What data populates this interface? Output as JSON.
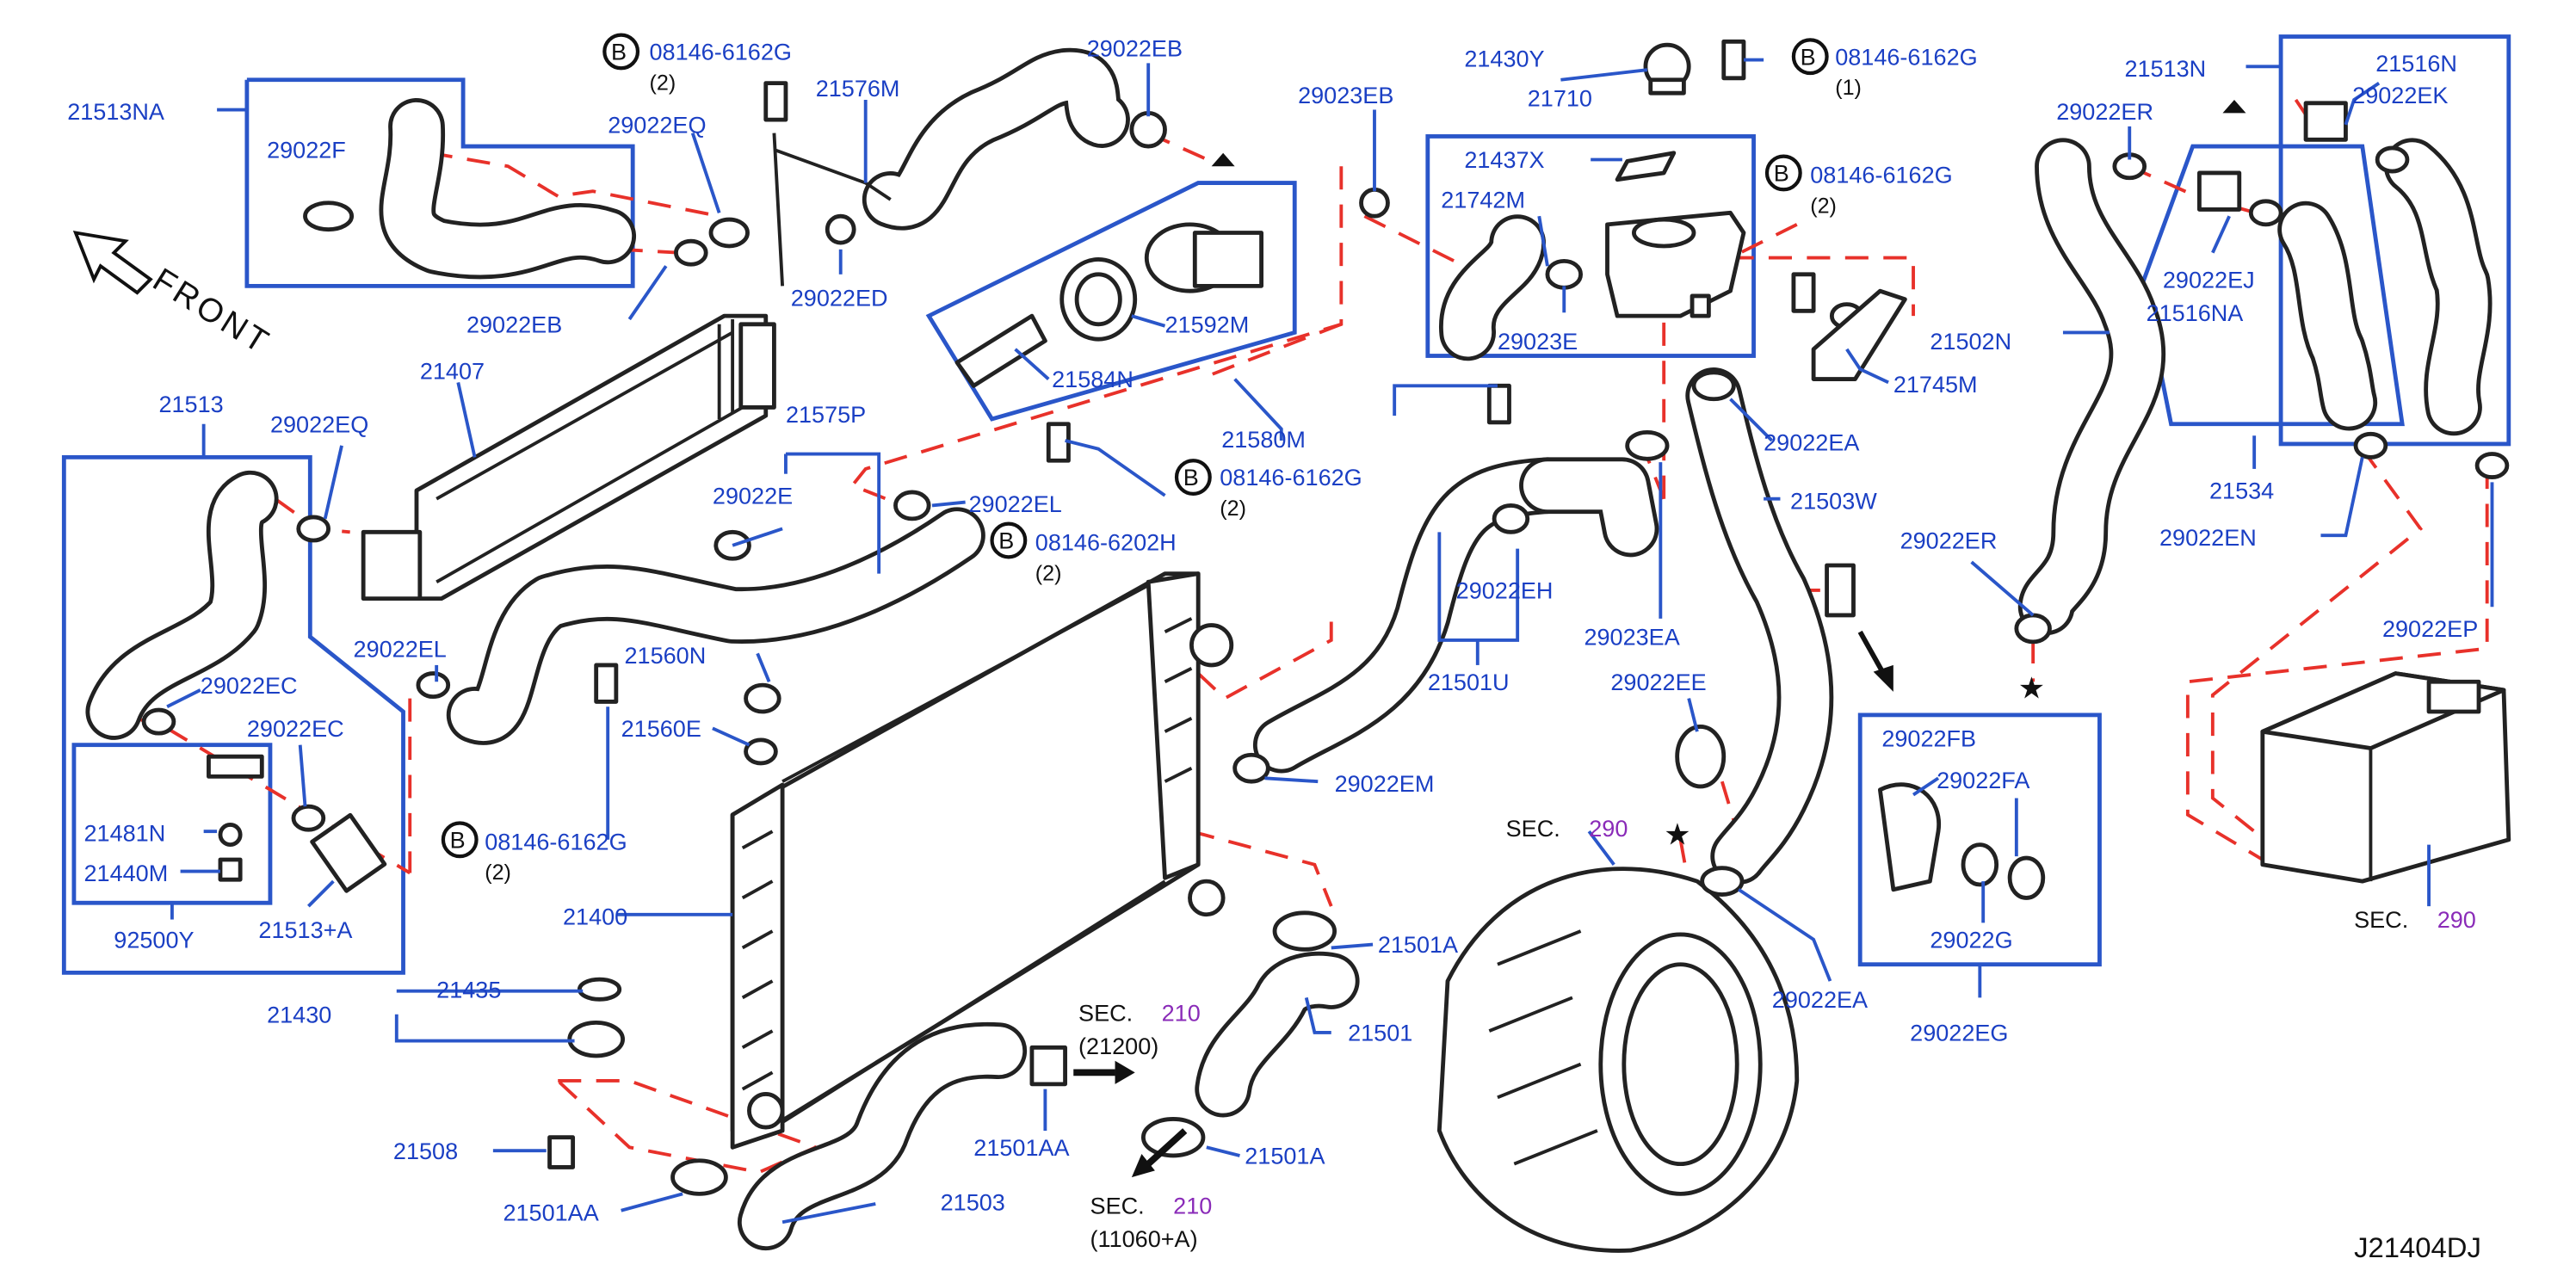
{
  "diagram_code": "J21404DJ",
  "front_label": "FRONT",
  "bolt_marker": "B",
  "labels": {
    "l21513NA": "21513NA",
    "l29022F": "29022F",
    "l29022EQ_top": "29022EQ",
    "l08146_6162G_a": "08146-6162G",
    "qty_2_a": "(2)",
    "l21576M": "21576M",
    "l29022EB_top": "29022EB",
    "l29022ED": "29022ED",
    "l29022EB_left": "29022EB",
    "l21407": "21407",
    "l21513": "21513",
    "l29022EQ_left": "29022EQ",
    "l29022EL_left": "29022EL",
    "l29022EC_1": "29022EC",
    "l29022EC_2": "29022EC",
    "l21481N": "21481N",
    "l21440M": "21440M",
    "l92500Y": "92500Y",
    "l21513A": "21513+A",
    "l21575P": "21575P",
    "l29022E": "29022E",
    "l29022EL_mid": "29022EL",
    "l08146_6202H": "08146-6202H",
    "qty_2_b": "(2)",
    "l21560N": "21560N",
    "l21560E": "21560E",
    "l08146_6162G_b": "08146-6162G",
    "qty_2_c": "(2)",
    "l21400": "21400",
    "l21435": "21435",
    "l21430": "21430",
    "l21508": "21508",
    "l21501AA_left": "21501AA",
    "l21503": "21503",
    "l21501AA_mid": "21501AA",
    "sec_a": "SEC.",
    "sec_a_num": "210",
    "sec_a_sub": "(21200)",
    "sec_b": "SEC.",
    "sec_b_num": "210",
    "sec_b_sub": "(11060+A)",
    "l21501A_1": "21501A",
    "l21501": "21501",
    "l21501A_2": "21501A",
    "l29023EB": "29023EB",
    "l21592M": "21592M",
    "l21584N": "21584N",
    "l21580M": "21580M",
    "l08146_6162G_c": "08146-6162G",
    "qty_2_d": "(2)",
    "l21430Y": "21430Y",
    "l08146_6162G_d": "08146-6162G",
    "qty_1": "(1)",
    "l21710": "21710",
    "l21437X": "21437X",
    "l21742M": "21742M",
    "l29023E": "29023E",
    "l08146_6162G_e": "08146-6162G",
    "qty_2_e": "(2)",
    "l21745M": "21745M",
    "l29022EA_1": "29022EA",
    "l21503W": "21503W",
    "l29022EH": "29022EH",
    "l21501U": "21501U",
    "l29023EA": "29023EA",
    "l29022EM": "29022EM",
    "l29022EE": "29022EE",
    "sec_c": "SEC.",
    "sec_c_num": "290",
    "l29022EA_2": "29022EA",
    "l21513N": "21513N",
    "l21516N": "21516N",
    "l29022EK": "29022EK",
    "l29022ER_top": "29022ER",
    "l29022EJ": "29022EJ",
    "l21516NA": "21516NA",
    "l21502N": "21502N",
    "l21534": "21534",
    "l29022EN": "29022EN",
    "l29022ER_mid": "29022ER",
    "l29022EP": "29022EP",
    "l29022FB": "29022FB",
    "l29022FA": "29022FA",
    "l29022G": "29022G",
    "l29022EG": "29022EG",
    "sec_d": "SEC.",
    "sec_d_num": "290"
  },
  "colors": {
    "label_blue": "#1a3fc4",
    "leader_blue": "#2a56c9",
    "dash_red": "#e8312a",
    "sec_purple": "#8a2bb8",
    "ink": "#222222"
  }
}
